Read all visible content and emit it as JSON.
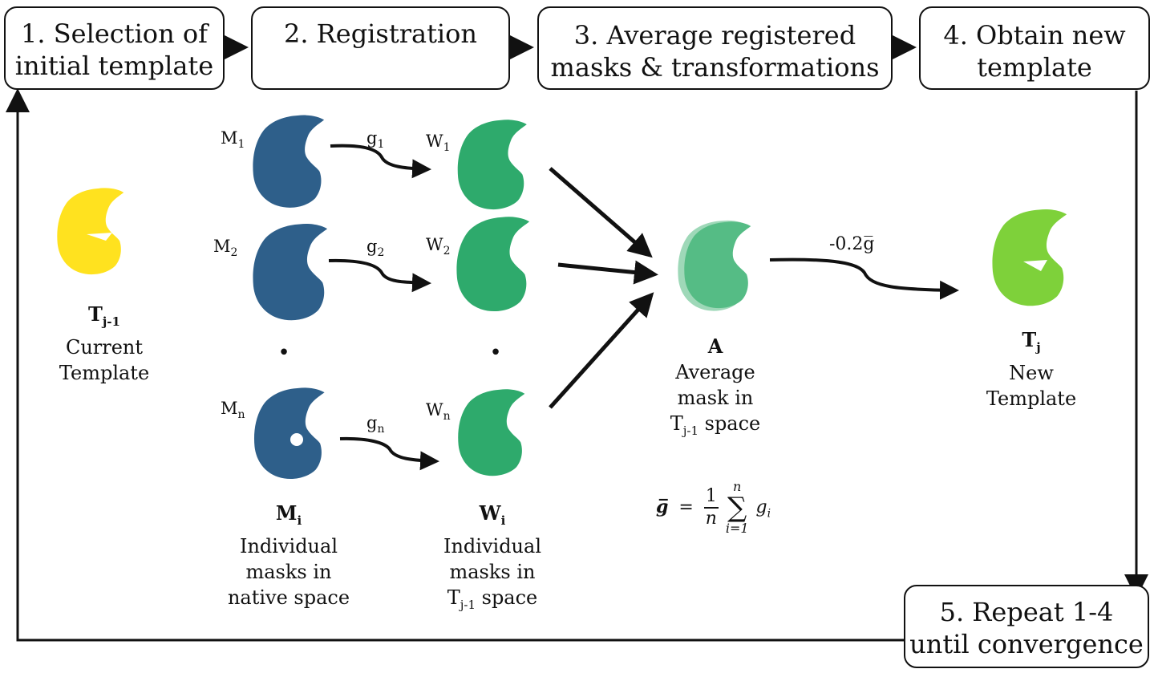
{
  "steps": [
    {
      "line1": "1. Selection of",
      "line2": "initial template"
    },
    {
      "line1": "2. Registration",
      "line2": ""
    },
    {
      "line1": "3. Average registered",
      "line2": "masks & transformations"
    },
    {
      "line1": "4. Obtain new",
      "line2": "template"
    },
    {
      "line1": "5. Repeat 1-4",
      "line2": "until convergence"
    }
  ],
  "template_prev": {
    "symbol": "T",
    "symbol_sub": "j-1",
    "caption1": "Current",
    "caption2": "Template",
    "color": "#FFE21F"
  },
  "masks_native": {
    "labels": [
      {
        "base": "M",
        "sub": "1"
      },
      {
        "base": "M",
        "sub": "2"
      },
      {
        "base": "M",
        "sub": "n"
      }
    ],
    "symbol": "M",
    "symbol_sub": "i",
    "caption1": "Individual",
    "caption2": "masks in",
    "caption3": "native space",
    "color": "#2E5F8A"
  },
  "transforms": [
    {
      "base": "g",
      "sub": "1"
    },
    {
      "base": "g",
      "sub": "2"
    },
    {
      "base": "g",
      "sub": "n"
    }
  ],
  "masks_registered": {
    "labels": [
      {
        "base": "W",
        "sub": "1"
      },
      {
        "base": "W",
        "sub": "2"
      },
      {
        "base": "W",
        "sub": "n"
      }
    ],
    "symbol": "W",
    "symbol_sub": "i",
    "caption1": "Individual",
    "caption2": "masks in",
    "caption3_base": "T",
    "caption3_sub": "j-1",
    "caption3_rest": " space",
    "color": "#2EAA6C"
  },
  "average": {
    "symbol": "A",
    "caption1": "Average",
    "caption2": "mask in",
    "caption3_base": "T",
    "caption3_sub": "j-1",
    "caption3_rest": " space",
    "color": "#55BC85"
  },
  "update_label": "-0.2g̅",
  "template_new": {
    "symbol": "T",
    "symbol_sub": "j",
    "caption1": "New",
    "caption2": "Template",
    "color": "#7ED13A"
  },
  "equation": {
    "lhs": "g̅",
    "eq": "=",
    "num": "1",
    "den": "n",
    "sum": "∑",
    "sum_top": "n",
    "sum_bottom": "i=1",
    "term": "g",
    "term_sub": "i"
  },
  "ellipsis": "•"
}
